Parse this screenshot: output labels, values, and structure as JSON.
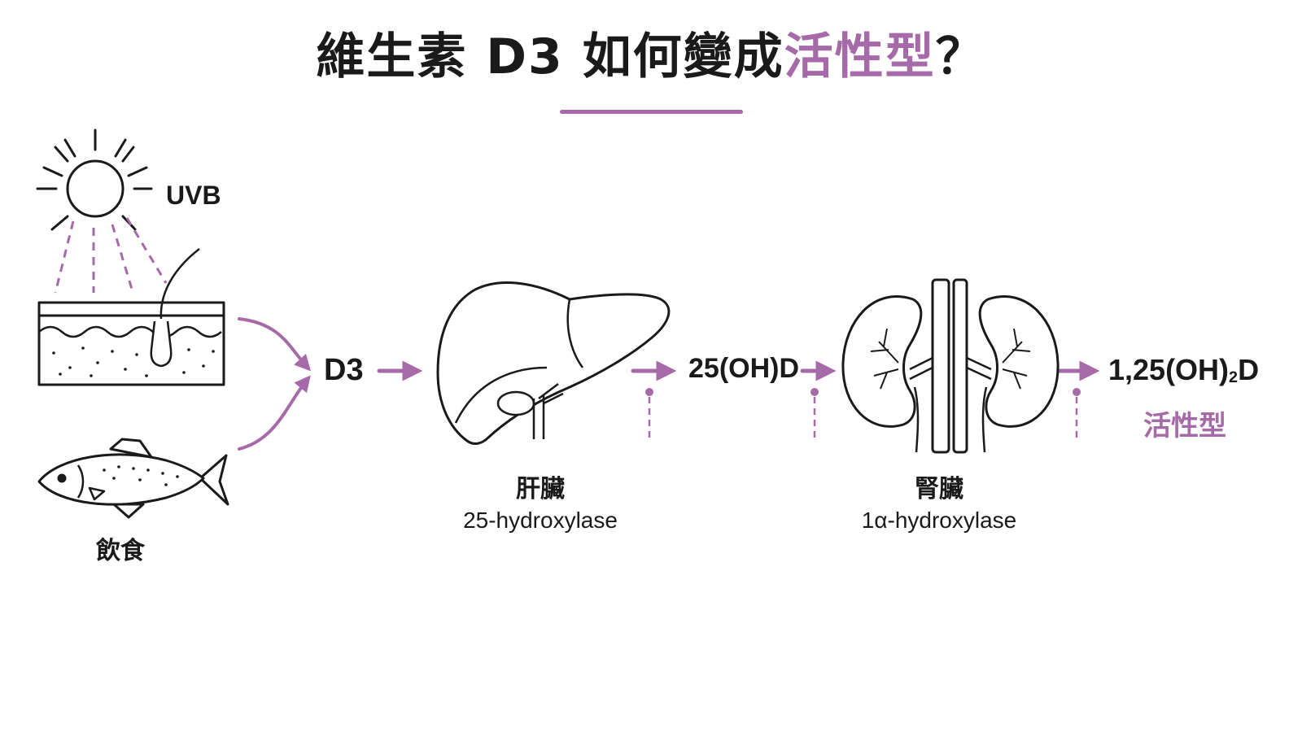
{
  "title": {
    "main": "維生素 D3 如何變成",
    "accent": "活性型",
    "end": "？"
  },
  "colors": {
    "accent": "#a66aa8",
    "ink": "#1a1a1a"
  },
  "sources": {
    "uvb_label": "UVB",
    "diet_label": "飲食"
  },
  "stages": {
    "d3": "D3",
    "calcidiol": "25(OH)D",
    "calcitriol_main": "1,25(OH)",
    "calcitriol_sub": "2",
    "calcitriol_end": "D",
    "active_label": "活性型"
  },
  "organs": {
    "liver": {
      "name": "肝臟",
      "enzyme": "25-hydroxylase"
    },
    "kidney": {
      "name": "腎臟",
      "enzyme": "1α-hydroxylase"
    }
  }
}
